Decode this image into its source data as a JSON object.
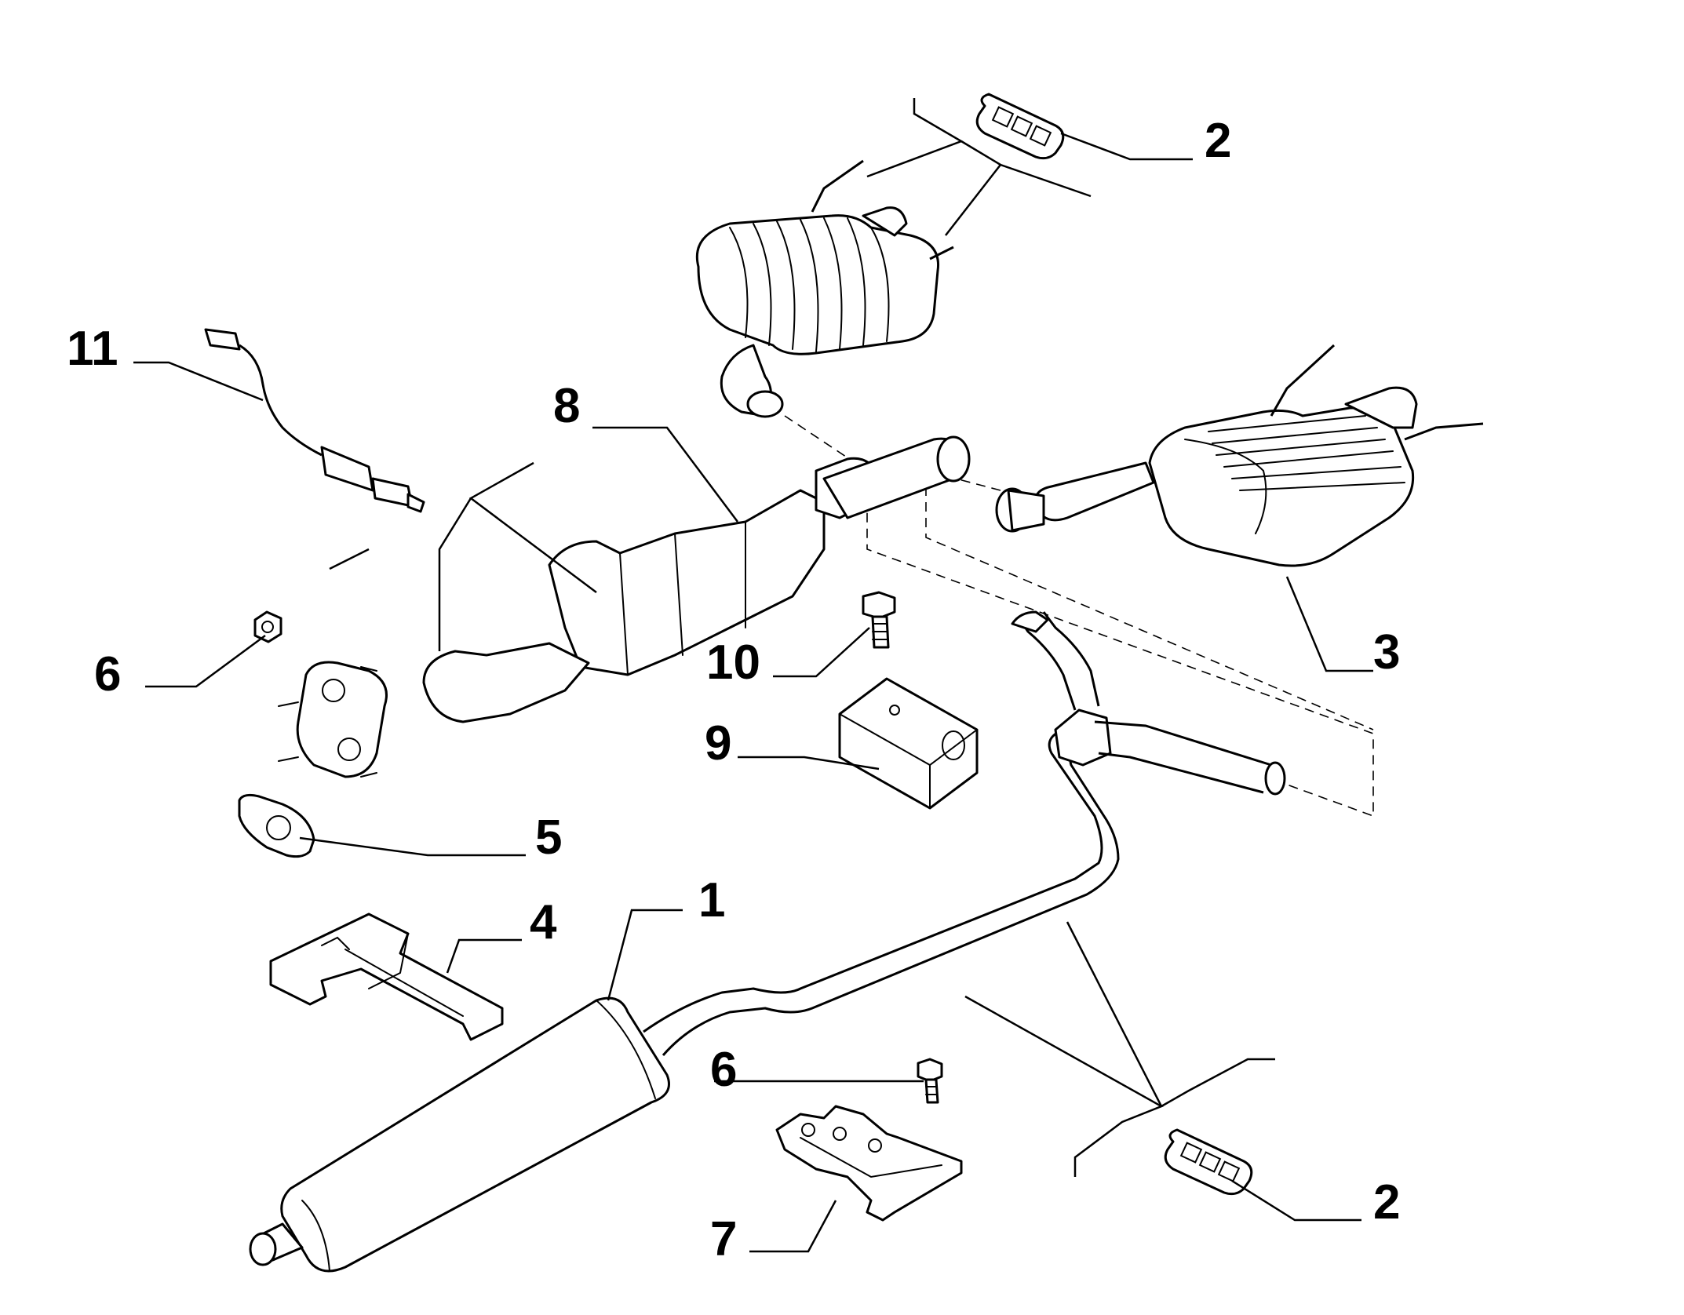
{
  "callouts": [
    {
      "number": "1"
    },
    {
      "number": "2"
    },
    {
      "number": "2"
    },
    {
      "number": "3"
    },
    {
      "number": "4"
    },
    {
      "number": "5"
    },
    {
      "number": "6"
    },
    {
      "number": "6"
    },
    {
      "number": "7"
    },
    {
      "number": "8"
    },
    {
      "number": "9"
    },
    {
      "number": "10"
    },
    {
      "number": "11"
    }
  ]
}
